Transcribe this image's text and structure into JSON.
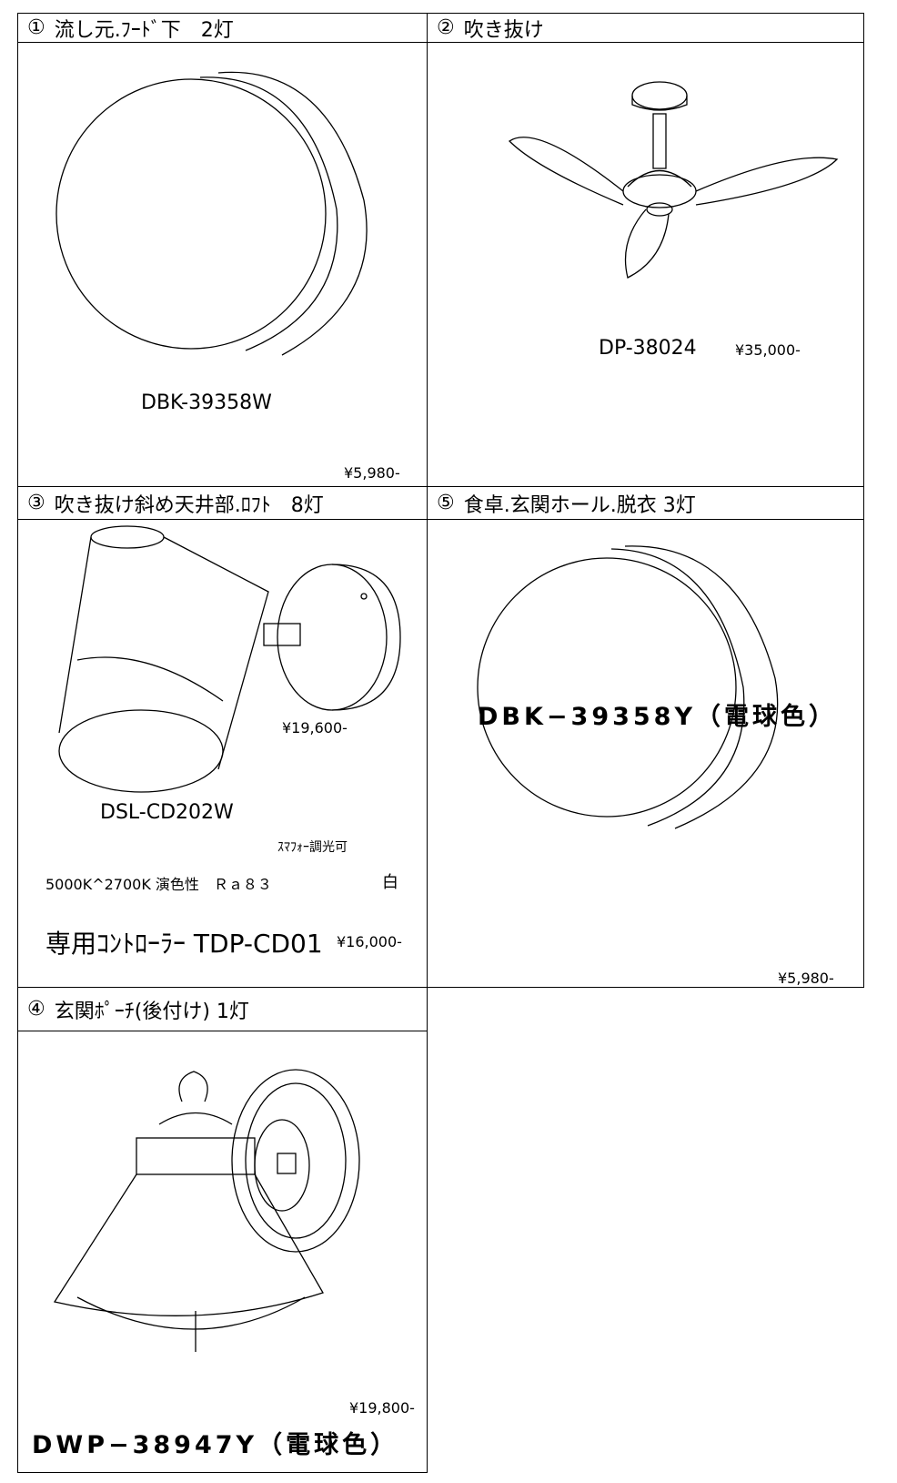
{
  "cells": {
    "c1": {
      "num": "①",
      "title": "流し元.ﾌｰﾄﾞ下　2灯",
      "model": "DBK-39358W",
      "price": "¥5,980-",
      "icon": "globe-wall-light-icon"
    },
    "c2": {
      "num": "②",
      "title": "吹き抜け",
      "model": "DP-38024",
      "price": "¥35,000-",
      "icon": "ceiling-fan-icon"
    },
    "c3": {
      "num": "③",
      "title": "吹き抜け斜め天井部.ﾛﾌﾄ　8灯",
      "model": "DSL-CD202W",
      "price": "¥19,600-",
      "note1": "ｽﾏﾌｫｰ調光可",
      "spec": "5000K^2700K 演色性　Ｒａ８３",
      "color": "白",
      "controller": "専用ｺﾝﾄﾛｰﾗｰ TDP-CD01",
      "controller_price": "¥16,000-",
      "icon": "spotlight-icon"
    },
    "c5": {
      "num": "⑤",
      "title": "食卓.玄関ホール.脱衣 3灯",
      "model": "DBK−39358Y（電球色）",
      "price": "¥5,980-",
      "icon": "globe-wall-light-icon"
    },
    "c4": {
      "num": "④",
      "title": "玄関ﾎﾟｰﾁ(後付け) 1灯",
      "model": "DWP−38947Y（電球色）",
      "price": "¥19,800-",
      "icon": "porch-lantern-icon"
    }
  }
}
